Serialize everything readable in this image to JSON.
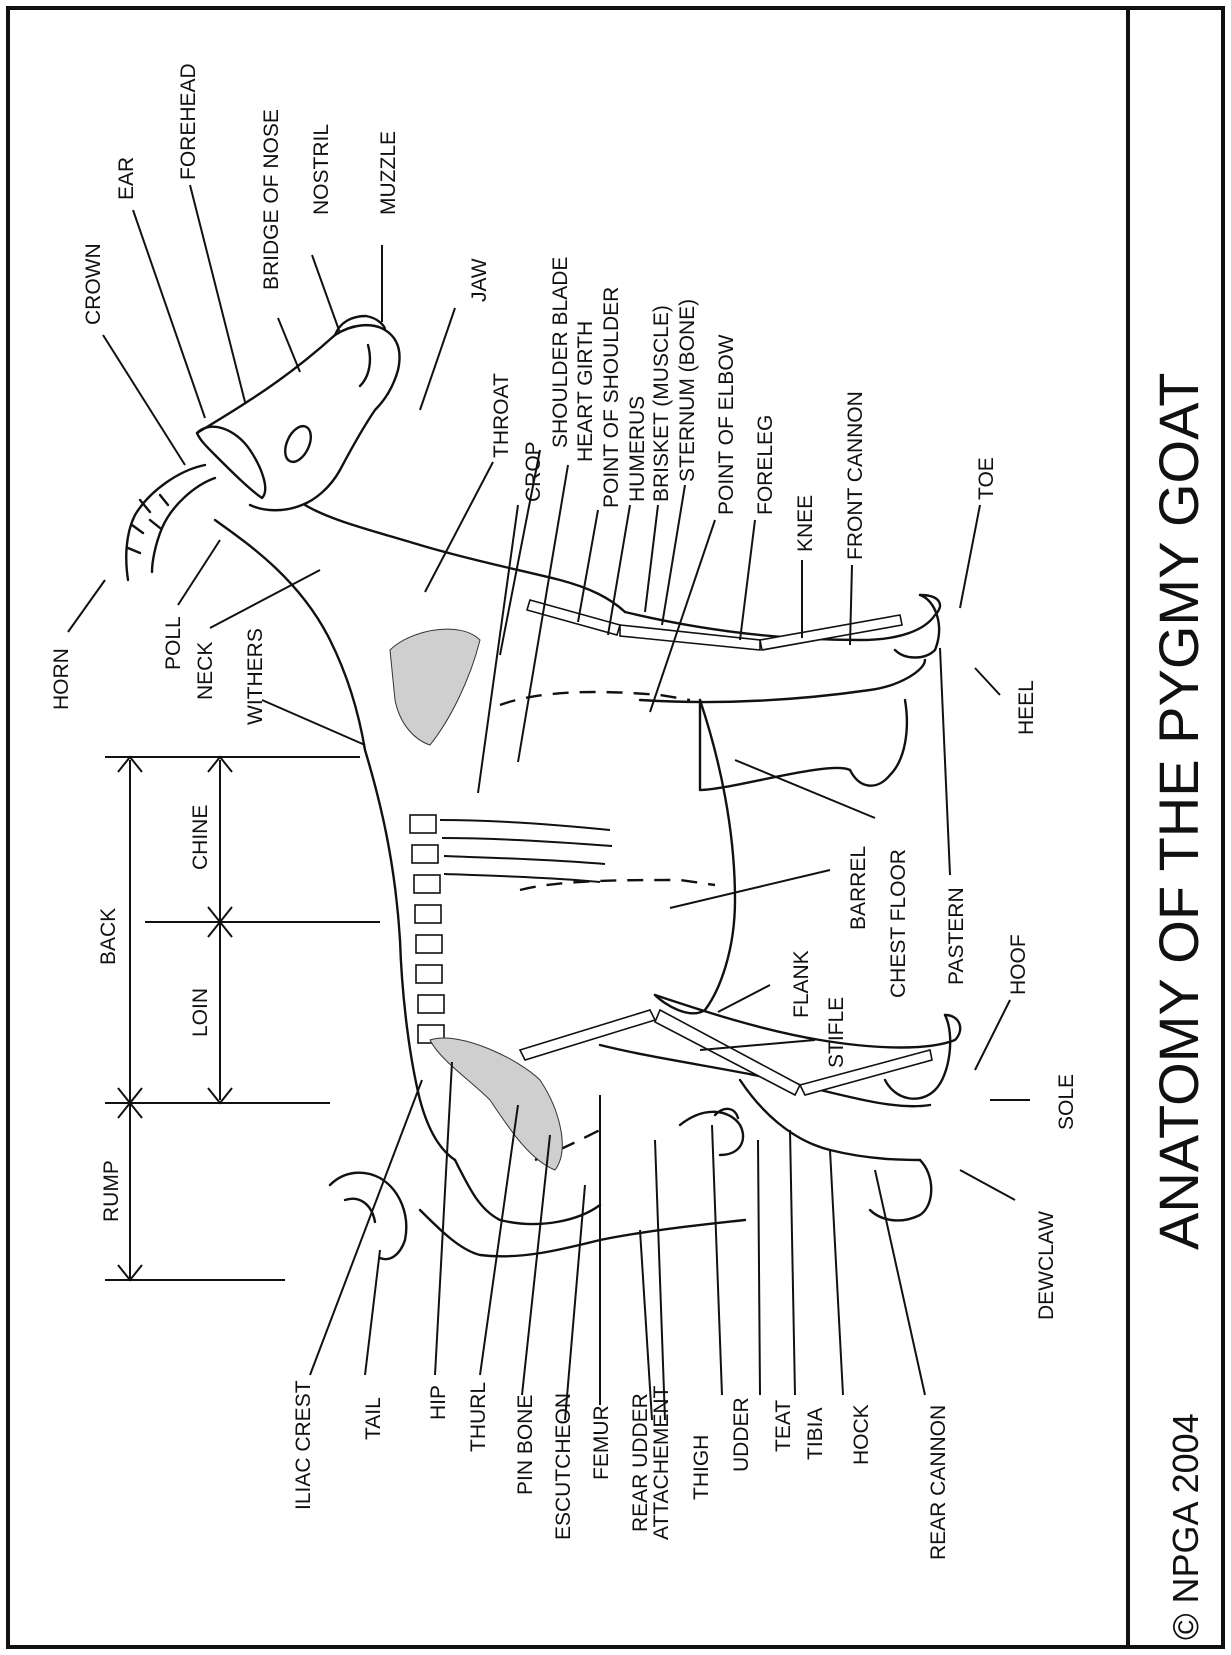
{
  "title": "ANATOMY OF THE PYGMY GOAT",
  "copyright": "© NPGA 2004",
  "labels": {
    "horn": "HORN",
    "crown": "CROWN",
    "ear": "EAR",
    "forehead": "FOREHEAD",
    "bridge_of_nose": "BRIDGE OF NOSE",
    "nostril": "NOSTRIL",
    "muzzle": "MUZZLE",
    "jaw": "JAW",
    "poll": "POLL",
    "neck": "NECK",
    "withers": "WITHERS",
    "throat": "THROAT",
    "crop": "CROP",
    "shoulder_blade": "SHOULDER BLADE",
    "heart_girth": "HEART GIRTH",
    "point_of_shoulder": "POINT OF SHOULDER",
    "humerus": "HUMERUS",
    "brisket": "BRISKET (MUSCLE)",
    "sternum": "STERNUM (BONE)",
    "point_of_elbow": "POINT OF ELBOW",
    "foreleg": "FORELEG",
    "knee": "KNEE",
    "front_cannon": "FRONT CANNON",
    "toe": "TOE",
    "heel": "HEEL",
    "back": "BACK",
    "chine": "CHINE",
    "loin": "LOIN",
    "rump": "RUMP",
    "barrel": "BARREL",
    "chest_floor": "CHEST FLOOR",
    "pastern": "PASTERN",
    "flank": "FLANK",
    "stifle": "STIFLE",
    "hoof": "HOOF",
    "sole": "SOLE",
    "dewclaw": "DEWCLAW",
    "iliac_crest": "ILIAC CREST",
    "tail": "TAIL",
    "hip": "HIP",
    "thurl": "THURL",
    "pin_bone": "PIN BONE",
    "escutcheon": "ESCUTCHEON",
    "femur": "FEMUR",
    "rear_udder_attachment_line1": "REAR UDDER",
    "rear_udder_attachment_line2": "ATTACHEMENT",
    "thigh": "THIGH",
    "udder": "UDDER",
    "teat": "TEAT",
    "tibia": "TIBIA",
    "hock": "HOCK",
    "rear_cannon": "REAR CANNON"
  }
}
